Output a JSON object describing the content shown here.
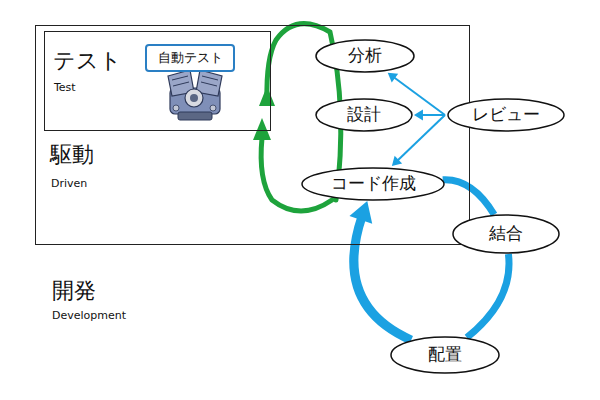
{
  "diagram": {
    "nodes": [
      {
        "text": [
          "駆動",
          "Driven"
        ]
      },
      {
        "text": [
          "テスト",
          "Test"
        ],
        "in": 0
      },
      {
        "text": [
          "自動テスト"
        ],
        "in": 1
      },
      {
        "text": [
          "分析"
        ],
        "in": 0
      },
      {
        "text": [
          "設計"
        ],
        "in": 0
      },
      {
        "text": [
          "コード作成"
        ],
        "in": 0
      },
      {
        "text": [
          "レビュー"
        ]
      },
      {
        "text": [
          "結合"
        ]
      },
      {
        "text": [
          "配置"
        ]
      }
    ],
    "edges": [
      {
        "from": 6,
        "to": 3,
        "arrow": "to"
      },
      {
        "from": 6,
        "to": 4,
        "arrow": "to"
      },
      {
        "from": 6,
        "to": 5,
        "arrow": "to"
      },
      {
        "from": 5,
        "to": 7,
        "arrow": "none"
      },
      {
        "from": 7,
        "to": 8,
        "arrow": "none"
      },
      {
        "from": 8,
        "to": 5,
        "arrow": "to"
      }
    ],
    "labels": [
      "開発",
      "Development"
    ]
  }
}
